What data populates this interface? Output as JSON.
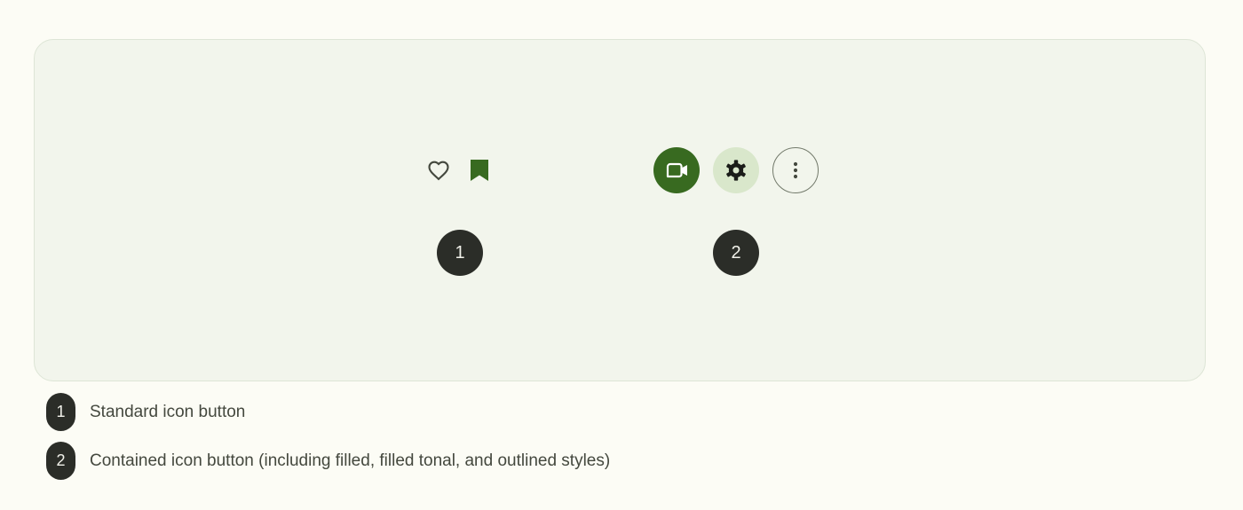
{
  "markers": [
    "1",
    "2"
  ],
  "icons": {
    "standard": [
      "favorite-outline-icon",
      "bookmark-icon"
    ],
    "contained": [
      "videocam-icon",
      "settings-icon",
      "more-vert-icon"
    ]
  },
  "colors": {
    "background": "#fcfcf5",
    "panel": "#f2f5ec",
    "primary": "#386a20",
    "tonal": "#d9e7cb",
    "badge": "#2b2d28"
  },
  "legend": [
    {
      "number": "1",
      "text": "Standard icon button"
    },
    {
      "number": "2",
      "text": "Contained icon button (including filled, filled tonal, and outlined styles)"
    }
  ]
}
